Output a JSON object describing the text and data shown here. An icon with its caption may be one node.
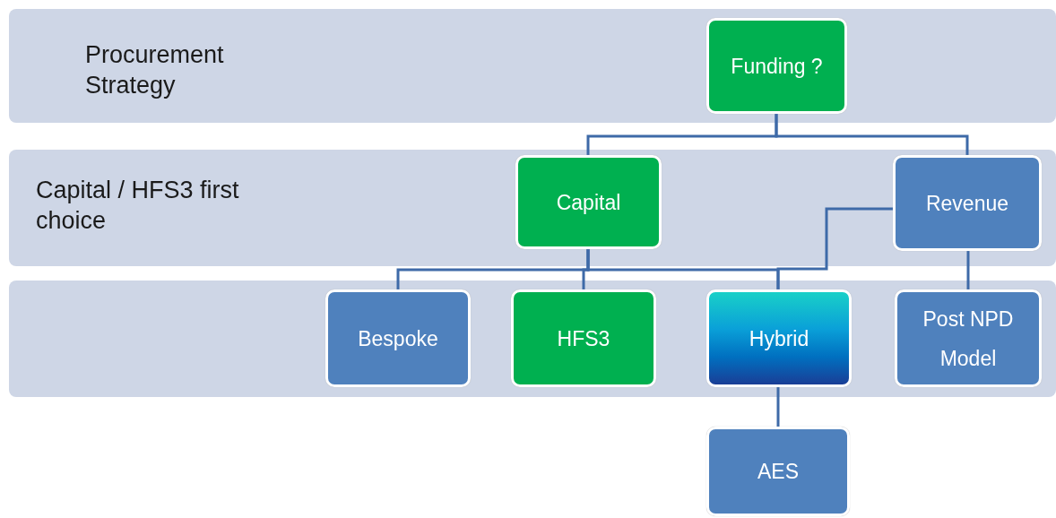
{
  "diagram": {
    "nodes": [
      {
        "text": [
          "Procurement Strategy"
        ]
      },
      {
        "text": [
          "Funding ?"
        ],
        "in": 0
      },
      {
        "text": [
          "Capital / HFS3  first choice"
        ]
      },
      {
        "text": [
          "Capital"
        ],
        "in": 2
      },
      {
        "text": [
          "Revenue"
        ],
        "in": 2
      },
      {
        "text": [],
        "shape": "band"
      },
      {
        "text": [
          "Bespoke"
        ],
        "in": 5
      },
      {
        "text": [
          "HFS3"
        ],
        "in": 5
      },
      {
        "text": [
          "Hybrid"
        ],
        "in": 5
      },
      {
        "text": [
          "Post NPD Model"
        ],
        "in": 5
      },
      {
        "text": [
          "AES"
        ]
      }
    ],
    "edges": [
      {
        "from": 1,
        "to": 3,
        "arrow": "none"
      },
      {
        "from": 1,
        "to": 4,
        "arrow": "none"
      },
      {
        "from": 3,
        "to": 6,
        "arrow": "none"
      },
      {
        "from": 3,
        "to": 7,
        "arrow": "none"
      },
      {
        "from": 3,
        "to": 8,
        "arrow": "none"
      },
      {
        "from": 4,
        "to": 8,
        "arrow": "none"
      },
      {
        "from": 4,
        "to": 9,
        "arrow": "none"
      },
      {
        "from": 8,
        "to": 10,
        "arrow": "none"
      }
    ]
  }
}
